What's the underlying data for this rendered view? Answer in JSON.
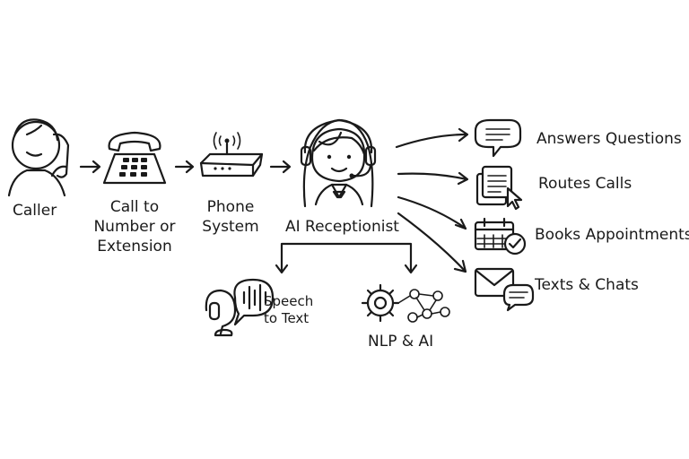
{
  "nodes": {
    "caller": "Caller",
    "call_number": [
      "Call  to",
      "Number or",
      "Extension"
    ],
    "phone_system": [
      "Phone",
      "System"
    ],
    "ai_receptionist": "AI Receptionist",
    "speech_to_text": [
      "Speech",
      "to Text"
    ],
    "nlp_ai": "NLP & AI"
  },
  "outcomes": [
    {
      "label": "Answers Questions",
      "icon": "chat-bubble-icon"
    },
    {
      "label": "Routes Calls",
      "icon": "documents-cursor-icon"
    },
    {
      "label": "Books Appointments",
      "icon": "calendar-check-icon"
    },
    {
      "label": "Texts & Chats",
      "icon": "envelope-chat-icon"
    }
  ]
}
